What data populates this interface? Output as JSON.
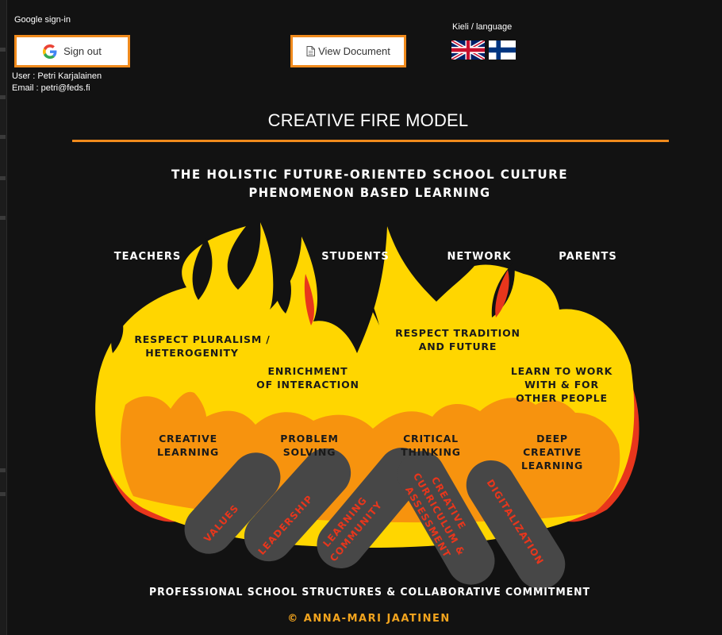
{
  "signin": {
    "title": "Google sign-in",
    "sign_out_label": "Sign out",
    "user_line": "User : Petri Karjalainen",
    "email_line": "Email : petri@feds.fi"
  },
  "toolbar": {
    "view_document_label": "View Document"
  },
  "language": {
    "title": "Kieli / language",
    "options": [
      "English",
      "Suomi"
    ]
  },
  "page": {
    "title": "CREATIVE FIRE MODEL"
  },
  "colors": {
    "accent": "#f08a1c",
    "background": "#121212",
    "flame_yellow": "#ffd600",
    "flame_orange": "#f7930e",
    "flame_red": "#e8361c",
    "log": "#474747",
    "credit": "#f2a41e"
  },
  "model": {
    "heading_line1": "THE HOLISTIC FUTURE-ORIENTED SCHOOL CULTURE",
    "heading_line2": "PHENOMENON BASED LEARNING",
    "stakeholders": [
      "TEACHERS",
      "STUDENTS",
      "NETWORK",
      "PARENTS"
    ],
    "yellow_values": {
      "respect_pluralism": [
        "RESPECT PLURALISM /",
        "HETEROGENITY"
      ],
      "enrichment": [
        "ENRICHMENT",
        "OF INTERACTION"
      ],
      "respect_tradition": [
        "RESPECT TRADITION",
        "AND FUTURE"
      ],
      "learn_to_work": [
        "LEARN TO WORK",
        "WITH & FOR",
        "OTHER PEOPLE"
      ]
    },
    "orange_skills": {
      "creative_learning": [
        "CREATIVE",
        "LEARNING"
      ],
      "problem_solving": [
        "PROBLEM",
        "SOLVING"
      ],
      "critical_thinking": [
        "CRITICAL",
        "THINKING"
      ],
      "deep_creative": [
        "DEEP",
        "CREATIVE",
        "LEARNING"
      ]
    },
    "logs": {
      "values": [
        "VALUES"
      ],
      "leadership": [
        "LEADERSHIP"
      ],
      "learning_community": [
        "LEARNING",
        "COMMUNITY"
      ],
      "curriculum": [
        "CREATIVE",
        "CURRICULUM &",
        "ASSESSMENT"
      ],
      "digitalization": [
        "DIGITALIZATION"
      ]
    },
    "base": "PROFESSIONAL SCHOOL STRUCTURES & COLLABORATIVE COMMITMENT",
    "credit": "© ANNA-MARI JAATINEN"
  }
}
